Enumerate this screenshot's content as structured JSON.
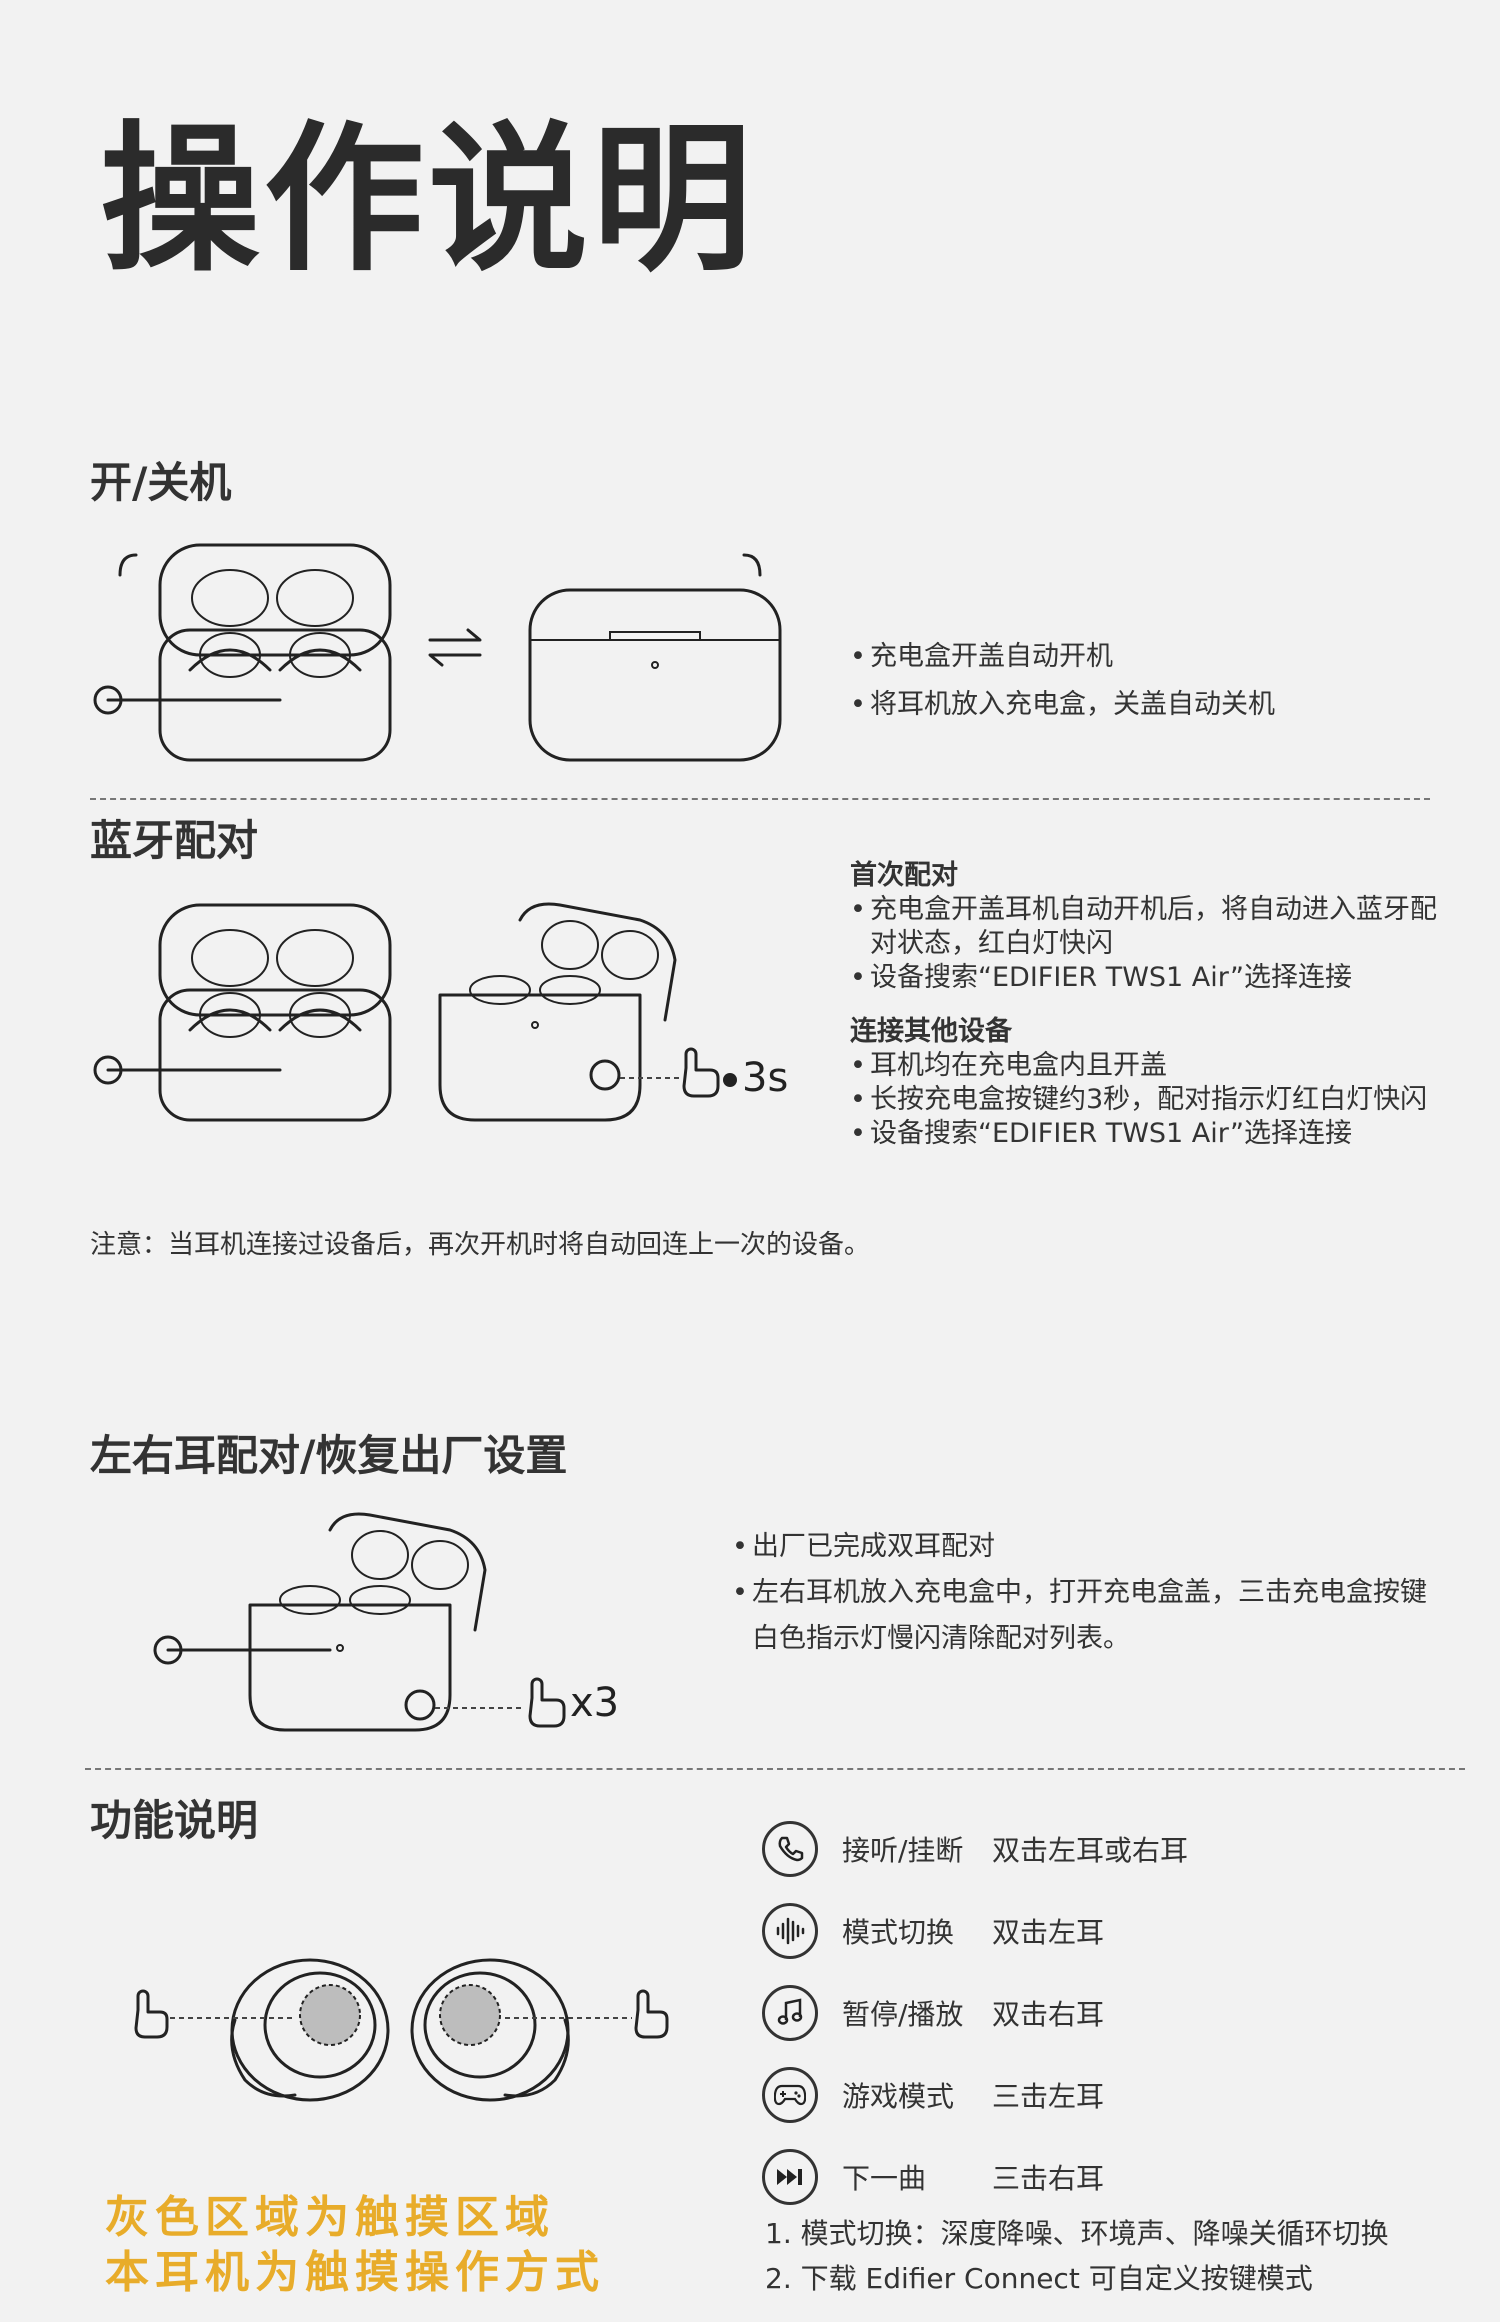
{
  "title": "操作说明",
  "power": {
    "title": "开/关机",
    "bullets": [
      "充电盒开盖自动开机",
      "将耳机放入充电盒，关盖自动关机"
    ]
  },
  "pairing": {
    "title": "蓝牙配对",
    "first_heading": "首次配对",
    "first_line1": "充电盒开盖耳机自动开机后，将自动进入蓝牙配",
    "first_line2": "对状态，红白灯快闪",
    "first_line3": "设备搜索“EDIFIER TWS1 Air”选择连接",
    "other_heading": "连接其他设备",
    "other_line1": "耳机均在充电盒内且开盖",
    "other_line2": "长按充电盒按键约3秒，配对指示灯红白灯快闪",
    "other_line3": "设备搜索“EDIFIER TWS1 Air”选择连接",
    "hold_label": "3s",
    "note": "注意：当耳机连接过设备后，再次开机时将自动回连上一次的设备。"
  },
  "reset": {
    "title": "左右耳配对/恢复出厂设置",
    "line1": "出厂已完成双耳配对",
    "line2": "左右耳机放入充电盒中，打开充电盒盖，三击充电盒按键",
    "line3": "白色指示灯慢闪清除配对列表。",
    "tap_label": "x3"
  },
  "functions": {
    "title": "功能说明",
    "items": [
      {
        "icon": "phone-icon",
        "name": "接听/挂断",
        "action": "双击左耳或右耳"
      },
      {
        "icon": "sound-wave-icon",
        "name": "模式切换",
        "action": "双击左耳"
      },
      {
        "icon": "music-note-icon",
        "name": "暂停/播放",
        "action": "双击右耳"
      },
      {
        "icon": "gamepad-icon",
        "name": "游戏模式",
        "action": "三击左耳"
      },
      {
        "icon": "next-track-icon",
        "name": "下一曲",
        "action": "三击右耳"
      }
    ],
    "footnotes": [
      "1. 模式切换：深度降噪、环境声、降噪关循环切换",
      "2. 下载 Edifier Connect 可自定义按键模式"
    ],
    "touch_line1": "灰色区域为触摸区域",
    "touch_line2": "本耳机为触摸操作方式",
    "accent_color": "#e8ac2a"
  }
}
